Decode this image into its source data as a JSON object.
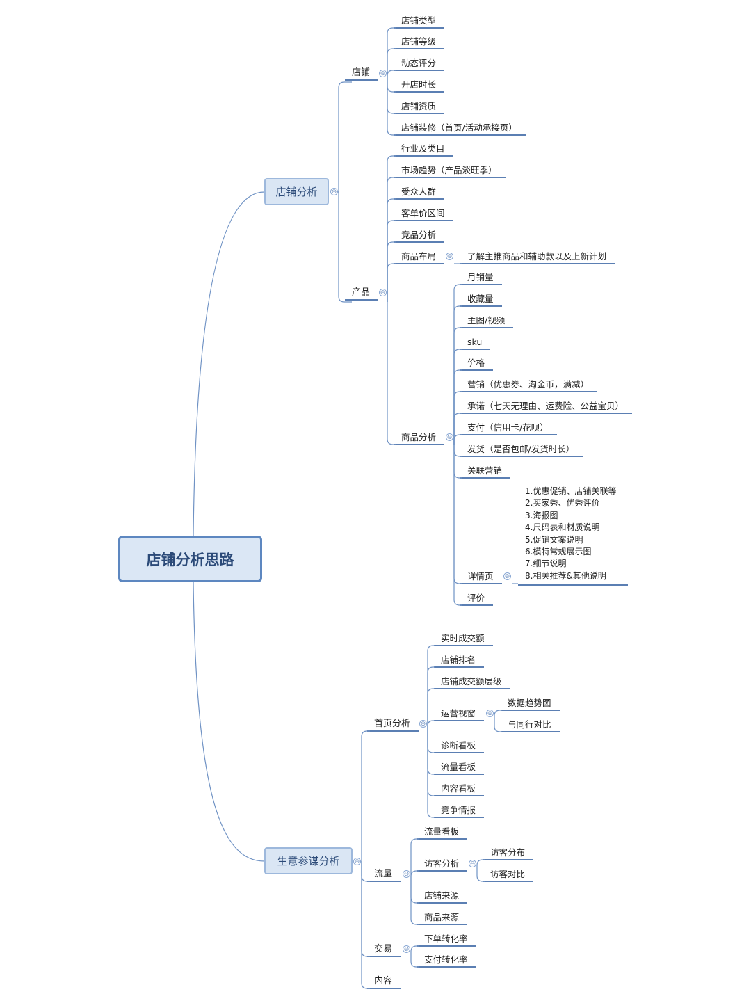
{
  "root": {
    "label": "店铺分析思路"
  },
  "branches": {
    "shop_analysis": {
      "label": "店铺分析",
      "shop": {
        "label": "店铺",
        "items": [
          "店铺类型",
          "店铺等级",
          "动态评分",
          "开店时长",
          "店铺资质",
          "店铺装修（首页/活动承接页）"
        ]
      },
      "product": {
        "label": "产品",
        "items": [
          "行业及类目",
          "市场趋势（产品淡旺季）",
          "受众人群",
          "客单价区间",
          "竞品分析"
        ],
        "layout": {
          "label": "商品布局",
          "child": "了解主推商品和辅助款以及上新计划"
        },
        "analysis": {
          "label": "商品分析",
          "items": [
            "月销量",
            "收藏量",
            "主图/视频",
            "sku",
            "价格",
            "营销（优惠券、淘金币，满减）",
            "承诺（七天无理由、运费险、公益宝贝）",
            "支付（信用卡/花呗）",
            "发货（是否包邮/发货时长）",
            "关联营销"
          ],
          "detail_page": {
            "label": "详情页",
            "lines": [
              "1.优惠促销、店铺关联等",
              "2.买家秀、优秀评价",
              "3.海报图",
              "4.尺码表和材质说明",
              "5.促销文案说明",
              "6.模特常规展示图",
              "7.细节说明",
              "8.相关推荐&其他说明"
            ]
          },
          "review": "评价"
        }
      }
    },
    "business_advisor": {
      "label": "生意参谋分析",
      "home": {
        "label": "首页分析",
        "items_top": [
          "实时成交额",
          "店铺排名",
          "店铺成交额层级"
        ],
        "ops": {
          "label": "运营视窗",
          "children": [
            "数据趋势图",
            "与同行对比"
          ]
        },
        "items_bottom": [
          "诊断看板",
          "流量看板",
          "内容看板",
          "竞争情报"
        ]
      },
      "traffic": {
        "label": "流量",
        "board": "流量看板",
        "visitor": {
          "label": "访客分析",
          "children": [
            "访客分布",
            "访客对比"
          ]
        },
        "sources": [
          "店铺来源",
          "商品来源"
        ]
      },
      "trade": {
        "label": "交易",
        "items": [
          "下单转化率",
          "支付转化率"
        ]
      },
      "content": {
        "label": "内容"
      }
    }
  },
  "collapse_glyph": "⊖",
  "colors": {
    "line": "#6f92c4",
    "underline": "#5b7fb3",
    "box_fill": "#dae6f4",
    "box_border": "#5d87c0",
    "text": "#2b4a78"
  }
}
